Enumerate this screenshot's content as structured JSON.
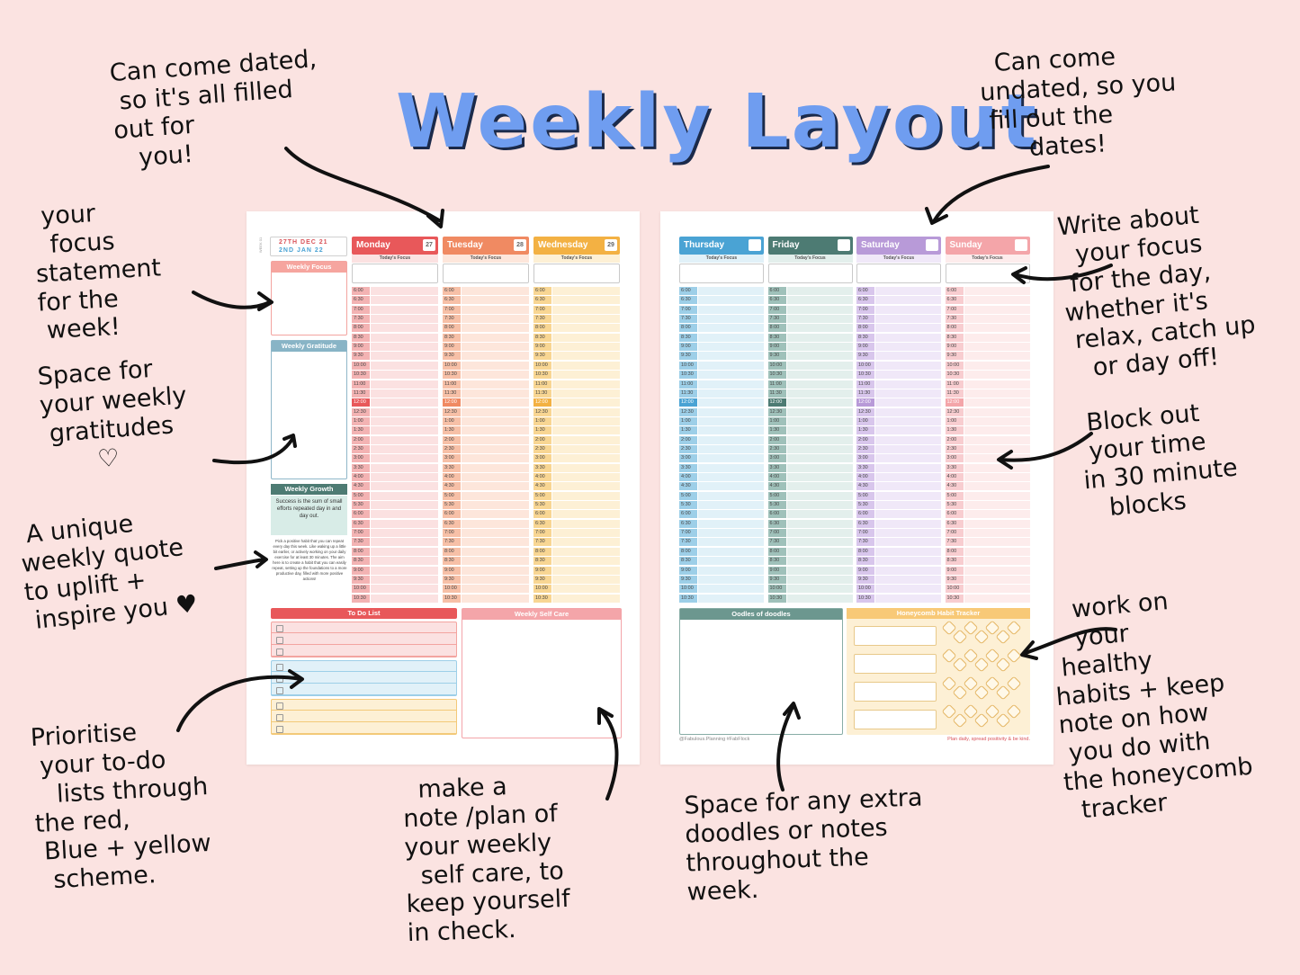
{
  "title": "Weekly Layout",
  "annotations": {
    "dated": "Can come dated,\n so it's all filled\nout for\n   you!",
    "undated": "  Can come\nundated, so you\n fill out the\n      dates!",
    "focus_statement": " your\n  focus\nstatement\nfor the\n week!",
    "gratitudes": "Space for\nyour weekly\n gratitudes\n       ♡",
    "quote": " A unique\nweekly quote\nto uplift +\n inspire you ♥",
    "todo": "Prioritise\n your to-do\n   lists through\nthe red,\n Blue + yellow\n  scheme.",
    "selfcare": "  make a\nnote /plan of\nyour weekly\n  self care, to\nkeep yourself\nin check.",
    "doodles": "Space for any extra\ndoodles or notes\nthroughout the\nweek.",
    "day_focus": "Write about\n  your focus\n for the day,\nwhether it's\n relax, catch up\n   or day off!",
    "blocks": " Block out\n your time\nin 30 minute\n   blocks",
    "habits": "   work on\n   your\n healthy\nhabits + keep\nnote on how\n you do with\nthe honeycomb\n  tracker"
  },
  "left_page": {
    "week_label": "WEEK 01",
    "date_line1": "27TH DEC 21",
    "date_line2": "2ND JAN 22",
    "weekly_focus": "Weekly Focus",
    "weekly_gratitude": "Weekly Gratitude",
    "weekly_growth": "Weekly Growth",
    "quote": "Success is the sum of small efforts repeated day in and day out.",
    "growth_text": "Pick a positive habit that you can repeat every day this week. Like waking up a little bit earlier, or actively working on your daily exercise for at least 30 minutes. The aim here is to create a habit that you can easily repeat, setting up the foundations to a more productive day, filled with more positive actions!",
    "todo_title": "To Do List",
    "selfcare_title": "Weekly Self Care",
    "days": [
      {
        "name": "Monday",
        "num": "27",
        "color": "#e8585a",
        "light": "#fbe1e1",
        "label_bg": "#f3b3b3"
      },
      {
        "name": "Tuesday",
        "num": "28",
        "color": "#f08a62",
        "light": "#fde6db",
        "label_bg": "#f7c0a7"
      },
      {
        "name": "Wednesday",
        "num": "29",
        "color": "#f3b143",
        "light": "#fdf0d5",
        "label_bg": "#f8d693"
      }
    ]
  },
  "right_page": {
    "doodles_title": "Oodles of doodles",
    "habit_title": "Honeycomb Habit Tracker",
    "footer_left": "@Fabulous.Planning #FabFlock",
    "footer_right": "Plan daily, spread positivity & be kind.",
    "days": [
      {
        "name": "Thursday",
        "num": "",
        "color": "#4aa3d4",
        "light": "#e1f1f8",
        "label_bg": "#9dcfe8"
      },
      {
        "name": "Friday",
        "num": "",
        "color": "#4d7b73",
        "light": "#e3efec",
        "label_bg": "#9fc1ba"
      },
      {
        "name": "Saturday",
        "num": "",
        "color": "#b89ad8",
        "light": "#f0e8f8",
        "label_bg": "#d8c6ec"
      },
      {
        "name": "Sunday",
        "num": "",
        "color": "#f4a5a9",
        "light": "#fdecec",
        "label_bg": "#f8cdd0"
      }
    ]
  },
  "todays_focus": "Today's Focus",
  "times": [
    "6:00",
    "6:30",
    "7:00",
    "7:30",
    "8:00",
    "8:30",
    "9:00",
    "9:30",
    "10:00",
    "10:30",
    "11:00",
    "11:30",
    "12:00",
    "12:30",
    "1:00",
    "1:30",
    "2:00",
    "2:30",
    "3:00",
    "3:30",
    "4:00",
    "4:30",
    "5:00",
    "5:30",
    "6:00",
    "6:30",
    "7:00",
    "7:30",
    "8:00",
    "8:30",
    "9:00",
    "9:30",
    "10:00",
    "10:30"
  ]
}
